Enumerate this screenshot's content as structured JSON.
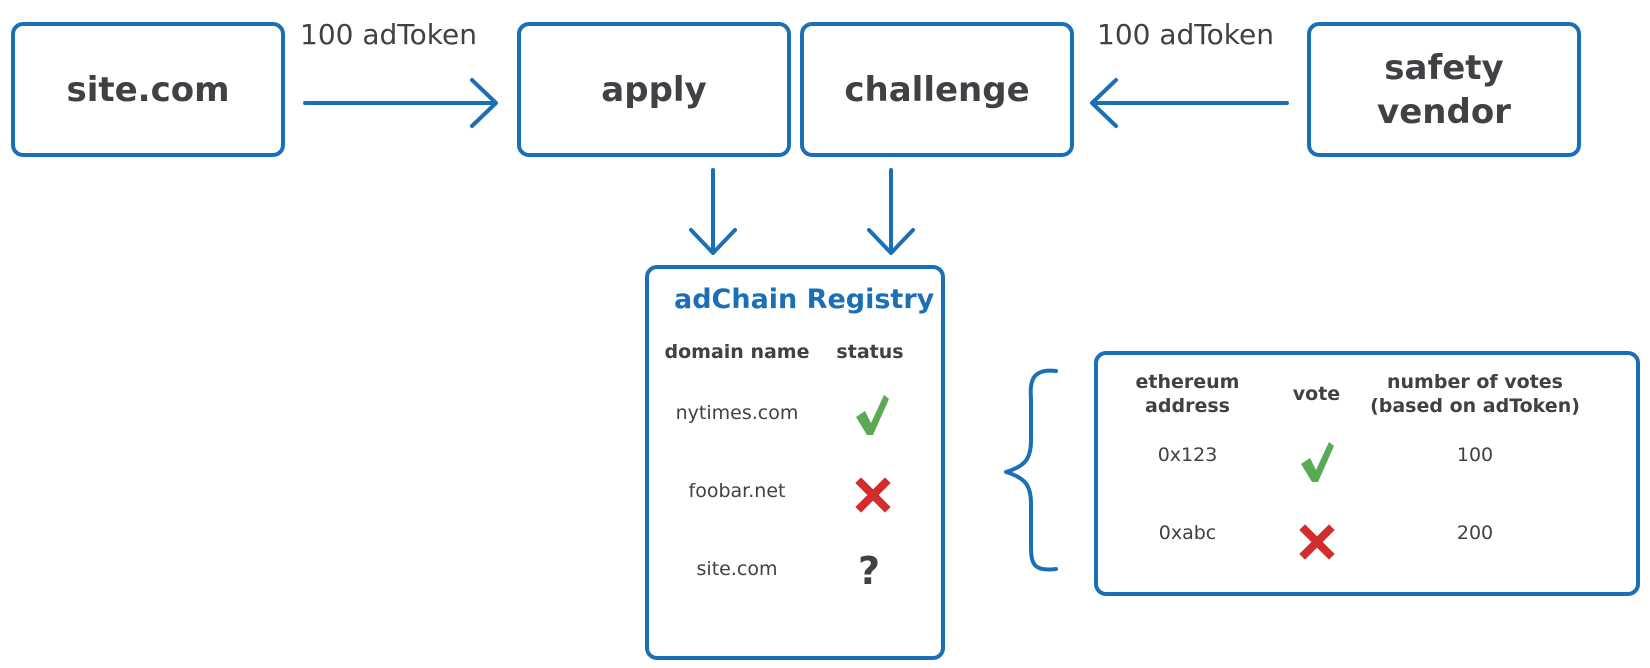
{
  "nodes": {
    "site": "site.com",
    "apply": "apply",
    "challenge": "challenge",
    "vendor_line1": "safety",
    "vendor_line2": "vendor"
  },
  "flows": {
    "apply_stake": "100 adToken",
    "challenge_stake": "100 adToken"
  },
  "registry": {
    "title": "adChain Registry",
    "headers": {
      "domain": "domain name",
      "status": "status"
    },
    "rows": [
      {
        "domain": "nytimes.com",
        "status": "check-icon"
      },
      {
        "domain": "foobar.net",
        "status": "cross-icon"
      },
      {
        "domain": "site.com",
        "status": "question-icon"
      }
    ]
  },
  "votes": {
    "headers": {
      "address_line1": "ethereum",
      "address_line2": "address",
      "vote": "vote",
      "count_line1": "number of votes",
      "count_line2": "(based on adToken)"
    },
    "rows": [
      {
        "address": "0x123",
        "vote": "check-icon",
        "count": "100"
      },
      {
        "address": "0xabc",
        "vote": "cross-icon",
        "count": "200"
      }
    ]
  },
  "colors": {
    "accent": "#1a6fb7",
    "text": "#3f4145",
    "check": "#5aaa55",
    "cross": "#d22d2d"
  }
}
